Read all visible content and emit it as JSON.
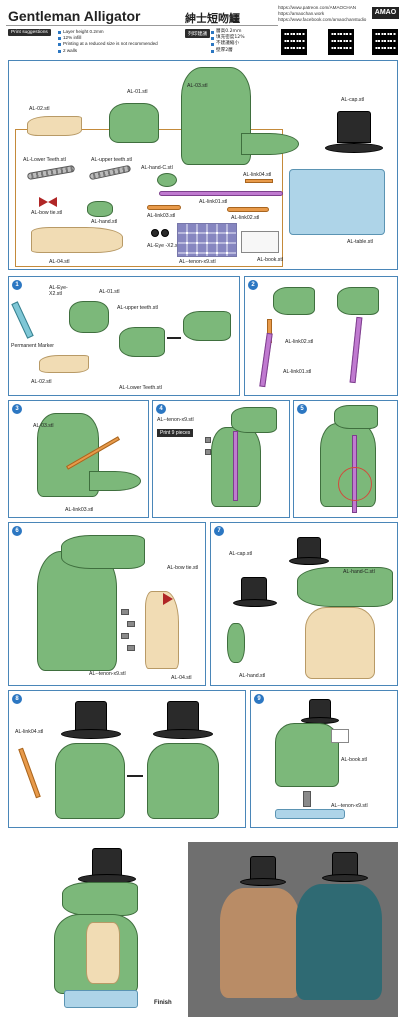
{
  "header": {
    "title": "Gentleman Alligator",
    "title_cn": "紳士短吻鱷",
    "urls": [
      "https://www.patreon.com/AMAOCHAN",
      "https://amaochan.work",
      "https://www.facebook.com/amaochanstudio"
    ],
    "logo": "AMAO"
  },
  "suggestions": {
    "label_en": "Print suggestions",
    "items_en": [
      "Layer height 0.2mm",
      "12% infill",
      "Printing at a reduced size is not recommended",
      "2 walls"
    ],
    "label_cn": "列印建議",
    "items_cn": [
      "層高0.2mm",
      "填充密度12%",
      "不建議縮小",
      "壁厚2層"
    ]
  },
  "parts": {
    "al02": "AL-02.stl",
    "al01": "AL-01.stl",
    "al03": "AL-03.stl",
    "alcap": "AL-cap.stl",
    "lowerteeth": "AL-Lower Teeth.stl",
    "upperteeth": "AL-upper teeth.stl",
    "handc": "AL-hand-C.stl",
    "link04": "AL-link04.stl",
    "link01": "AL-link01.stl",
    "bowtie": "AL-bow tie.stl",
    "hand": "AL-hand.stl",
    "link03": "AL-link03.stl",
    "link02": "AL-link02.stl",
    "table": "AL-table.stl",
    "eye": "AL-Eye -X2.stl",
    "tenon": "AL--tenon-x9.stl",
    "al04": "AL-04.stl",
    "book": "AL-book.stl"
  },
  "steps": {
    "s1": {
      "num": "1",
      "eye": "AL-Eye-X2.stl",
      "al01": "AL-01.stl",
      "upper": "AL-upper teeth.stl",
      "marker": "Permanent Marker",
      "al02": "AL-02.stl",
      "lower": "AL-Lower Teeth.stl"
    },
    "s2": {
      "num": "2",
      "link02": "AL-link02.stl",
      "link01": "AL-link01.stl"
    },
    "s3": {
      "num": "3",
      "al03": "AL-03.stl",
      "link03": "AL-link03.stl"
    },
    "s4": {
      "num": "4",
      "tenon": "AL--tenon-x9.stl",
      "note": "Print 9 pieces"
    },
    "s5": {
      "num": "5"
    },
    "s6": {
      "num": "6",
      "bowtie": "AL-bow tie.stl",
      "tenon": "AL--tenon-x9.stl",
      "al04": "AL-04.stl"
    },
    "s7": {
      "num": "7",
      "cap": "AL-cap.stl",
      "handc": "AL-hand-C.stl",
      "hand": "AL-hand.stl"
    },
    "s8": {
      "num": "8",
      "link04": "AL-link04.stl"
    },
    "s9": {
      "num": "9",
      "book": "AL-book.stl",
      "tenon": "AL--tenon-x9.stl"
    }
  },
  "finish": "Finish",
  "colors": {
    "accent": "#2c77c2",
    "green": "#7cb87a",
    "cream": "#f1dcb4",
    "purple": "#c07ad0",
    "orange": "#e89a4a"
  }
}
